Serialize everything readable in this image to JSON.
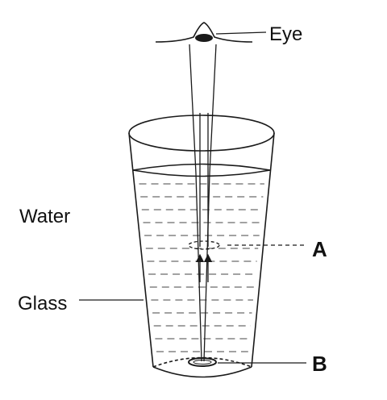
{
  "labels": {
    "eye": "Eye",
    "water": "Water",
    "glass": "Glass",
    "image_point": "A",
    "object_point": "B"
  },
  "colors": {
    "ink": "#1a1a1a",
    "background": "#ffffff"
  }
}
